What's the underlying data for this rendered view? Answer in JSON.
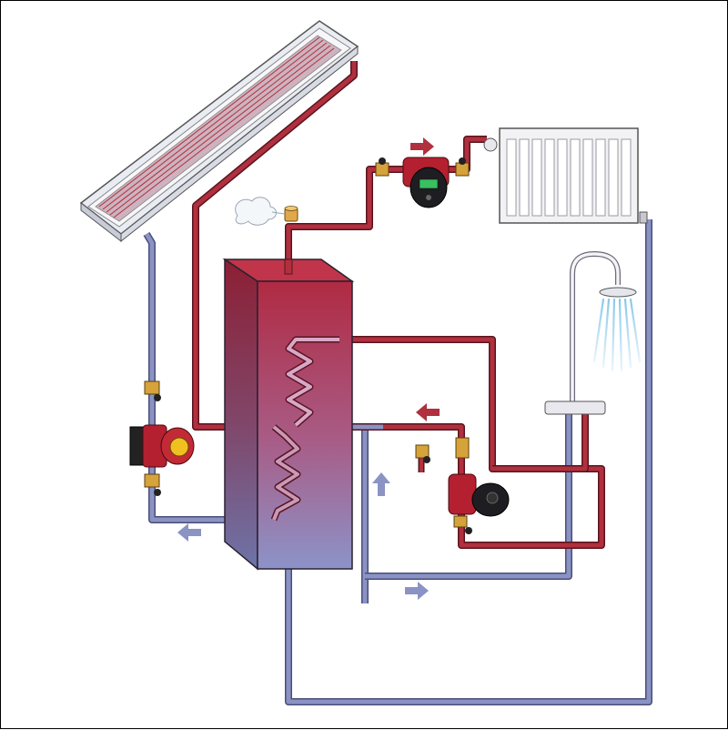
{
  "colors": {
    "hot_pipe": "#b0303e",
    "hot_pipe_light": "#d8707a",
    "cold_pipe": "#8a93c4",
    "cold_pipe_light": "#c3c8e4",
    "pump_red": "#b42030",
    "pump_black": "#222222",
    "pump_badge": "#f0c020",
    "valve_brass": "#d6a23a",
    "radiator": "#f2f2f4",
    "collector_frame": "#e9ecf2",
    "collector_fill": "#c9a2b0",
    "arrow_hot": "#b0303e",
    "arrow_cold": "#8a93c4",
    "water_spray": "#9bd0ec"
  },
  "components": {
    "solar_collector": "solar-collector",
    "storage_tank": "storage-tank",
    "solar_pump": "circulator-pump",
    "heating_pump": "circulator-pump",
    "dhw_pump": "circulator-pump",
    "radiator": "radiator",
    "shower": "shower",
    "relief_valve": "safety-valve"
  },
  "arrows": [
    {
      "name": "flow-arrow-heating",
      "direction": "right",
      "kind": "hot"
    },
    {
      "name": "flow-arrow-dhw-return",
      "direction": "left",
      "kind": "hot"
    },
    {
      "name": "flow-arrow-solar-return",
      "direction": "left",
      "kind": "cold"
    },
    {
      "name": "flow-arrow-cold-up",
      "direction": "up",
      "kind": "cold"
    },
    {
      "name": "flow-arrow-cold-right",
      "direction": "right",
      "kind": "cold"
    }
  ]
}
